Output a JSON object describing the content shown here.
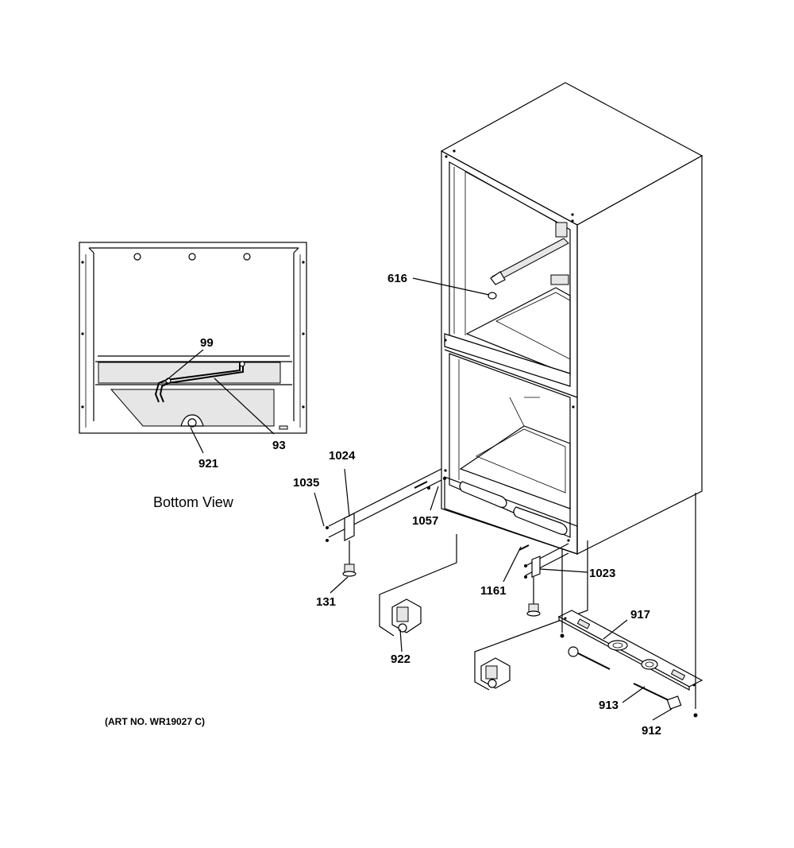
{
  "view_label": "Bottom View",
  "art_number": "(ART NO. WR19027 C)",
  "callouts": {
    "c616": "616",
    "c99": "99",
    "c93": "93",
    "c921": "921",
    "c1024": "1024",
    "c1035": "1035",
    "c1057": "1057",
    "c131": "131",
    "c922": "922",
    "c1161": "1161",
    "c1023": "1023",
    "c917": "917",
    "c913": "913",
    "c912": "912"
  }
}
